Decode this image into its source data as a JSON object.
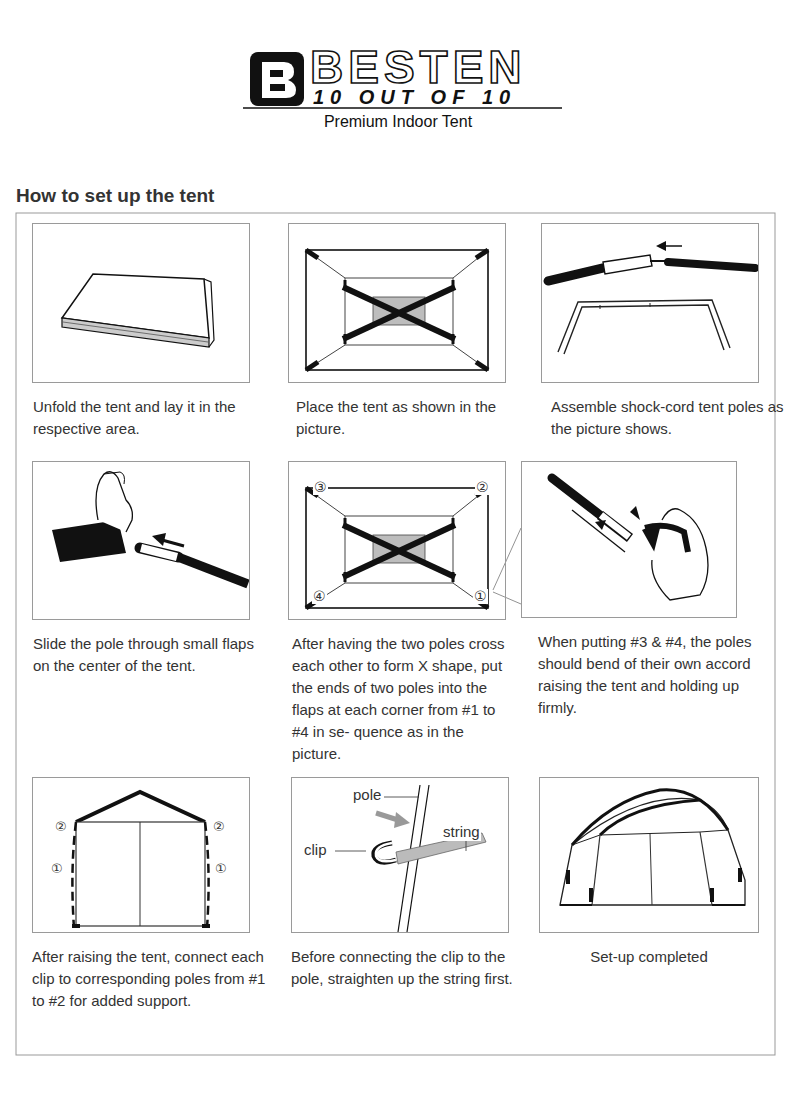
{
  "diagram": {
    "title": "How to set up the tent",
    "nodes": [
      {
        "text": [
          "Unfold the tent and lay it in the respective area."
        ]
      },
      {
        "text": [
          "Place the tent as shown in the picture."
        ]
      },
      {
        "text": [
          "Assemble shock-cord tent poles as the picture shows."
        ]
      },
      {
        "text": [
          "Slide the pole through small flaps on the center of the tent."
        ]
      },
      {
        "text": [
          "After having the two poles cross each other to form X shape, put the ends of two poles into the flaps at each corner from #1 to #4 in se- quence as in the picture."
        ]
      },
      {
        "text": [
          "When putting #3 & #4, the poles should bend of their own accord raising the tent and holding up firmly."
        ]
      },
      {
        "text": [
          "After raising the tent, connect each clip to corresponding poles from #1 to #2 for added support."
        ]
      },
      {
        "text": [
          "Before connecting the clip to the pole, straighten up the string first."
        ]
      },
      {
        "text": [
          "Set-up completed"
        ]
      }
    ],
    "labels": [
      "BESTEN",
      "10 OUT OF 10",
      "Premium Indoor Tent",
      "③",
      "②",
      "④",
      "①",
      "②",
      "②",
      "①",
      "①",
      "pole",
      "clip",
      "string"
    ]
  }
}
